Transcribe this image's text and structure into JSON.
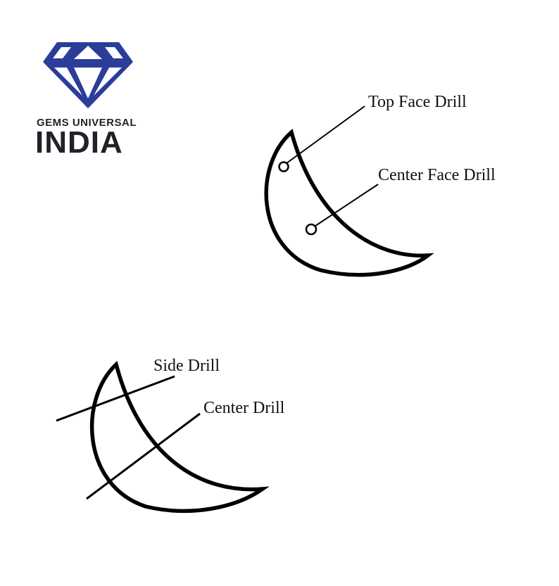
{
  "brand": {
    "line1": "GEMS UNIVERSAL",
    "line2": "INDIA",
    "logo_icon": "diamond-icon",
    "color": "#2b3d98"
  },
  "diagrams": {
    "face": {
      "top_face_label": "Top Face Drill",
      "center_face_label": "Center Face Drill"
    },
    "side": {
      "side_label": "Side Drill",
      "center_label": "Center Drill"
    }
  }
}
